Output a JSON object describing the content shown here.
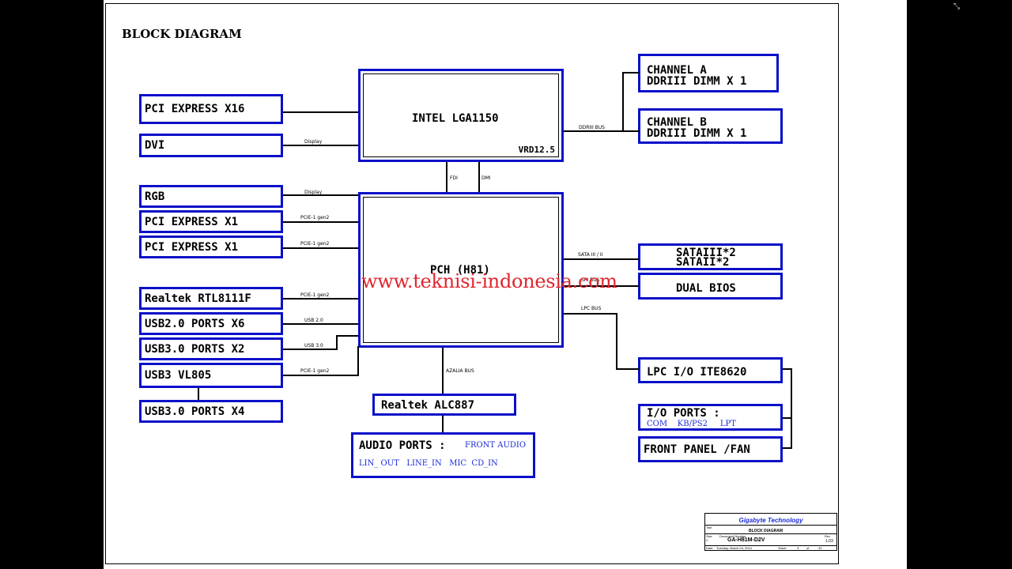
{
  "diagram": {
    "title": "BLOCK DIAGRAM",
    "watermark": "www.teknisi-indonesia.com",
    "cpu": {
      "name": "INTEL LGA1150",
      "vrd": "VRD12.5"
    },
    "pch": {
      "name": "PCH (H81)"
    },
    "memory": [
      {
        "line1": "CHANNEL A",
        "line2": "DDRIII DIMM X 1"
      },
      {
        "line1": "CHANNEL B",
        "line2": "DDRIII DIMM X 1"
      }
    ],
    "left_blocks": [
      "PCI EXPRESS X16",
      "DVI",
      "RGB",
      "PCI EXPRESS X1",
      "PCI EXPRESS X1",
      "Realtek RTL8111F",
      "USB2.0 PORTS X6",
      "USB3.0 PORTS X2",
      "USB3 VL805",
      "USB3.0 PORTS X4"
    ],
    "right_blocks": {
      "sata_line1": "SATAIII*2",
      "sata_line2": "SATAII*2",
      "bios": "DUAL BIOS",
      "lpc_io": "LPC I/O ITE8620",
      "io_ports": "I/O PORTS :",
      "io_ports_sub": "COM    KB/PS2     LPT",
      "front_panel": "FRONT PANEL /FAN"
    },
    "audio": {
      "codec": "Realtek ALC887",
      "ports_label": "AUDIO PORTS :",
      "front": "FRONT AUDIO",
      "rear": "LIN_ OUT   LINE_IN   MIC  CD_IN"
    },
    "bus_labels": {
      "display1": "Display",
      "display2": "Display",
      "pcie1": "PCIE-1 gen2",
      "pcie2": "PCIE-1 gen2",
      "pcie3": "PCIE-1 gen2",
      "pcie4": "PCIE-1 gen2",
      "usb20": "USB 2.0",
      "usb30": "USB 3.0",
      "ddr": "DDRIII BUS",
      "fdi": "FDI",
      "dmi": "DMI",
      "sata": "SATA III / II",
      "spi": "SPI BUS",
      "lpc": "LPC BUS",
      "azalia": "AZALIA BUS"
    },
    "title_block": {
      "company": "Gigabyte Technology",
      "title_lbl": "Title",
      "title": "BLOCK DIAGRAM",
      "size_lbl": "Size",
      "size": "C",
      "docnum_lbl": "Document Number",
      "docnum": "GA-H81M-D2V",
      "rev_lbl": "Rev",
      "rev": "1.03",
      "date_lbl": "Date:",
      "date": "Tuesday, March 04, 2014",
      "sheet_lbl": "Sheet",
      "sheet": "3",
      "of_lbl": "of",
      "of": "33"
    }
  },
  "viewer": {
    "fullscreen_icon": "exit-fullscreen-icon"
  }
}
